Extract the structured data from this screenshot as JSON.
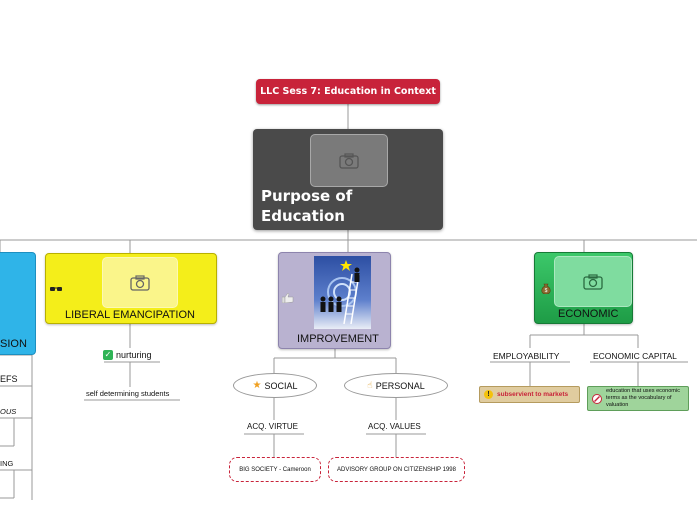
{
  "top_node": {
    "label": "LLC Sess 7: Education in Context"
  },
  "central": {
    "title": "Purpose of Education"
  },
  "left_partial": {
    "label": "SION",
    "items": [
      "EFS",
      "OUS",
      "ING"
    ]
  },
  "liberal": {
    "label": "LIBERAL EMANCIPATION",
    "child": "nurturing",
    "grandchild": "self determining students"
  },
  "improvement": {
    "label": "IMPROVEMENT",
    "social": {
      "label": "SOCIAL",
      "child": "ACQ. VIRTUE",
      "grandchild": "BIG SOCIETY - Cameroon"
    },
    "personal": {
      "label": "PERSONAL",
      "child": "ACQ. VALUES",
      "grandchild": "ADVISORY GROUP ON CITIZENSHIP 1998"
    }
  },
  "economic": {
    "label": "ECONOMIC",
    "employability": {
      "label": "EMPLOYABILITY",
      "child": "subservient to markets"
    },
    "capital": {
      "label": "ECONOMIC CAPITAL",
      "child": "education that uses economic terms as the vocabulary of valuation"
    }
  },
  "colors": {
    "top_node": "#c8233a",
    "central": "#4a4a4a",
    "liberal": "#f4ee1a",
    "improvement": "#b9b2d0",
    "economic": "#2fb456",
    "left_partial": "#2fb4e8"
  },
  "icons": [
    "camera-icon",
    "sunglasses-icon",
    "thumbs-up-icon",
    "money-bag-icon",
    "check-icon",
    "star-icon",
    "hand-icon",
    "warning-icon",
    "forbidden-icon"
  ]
}
